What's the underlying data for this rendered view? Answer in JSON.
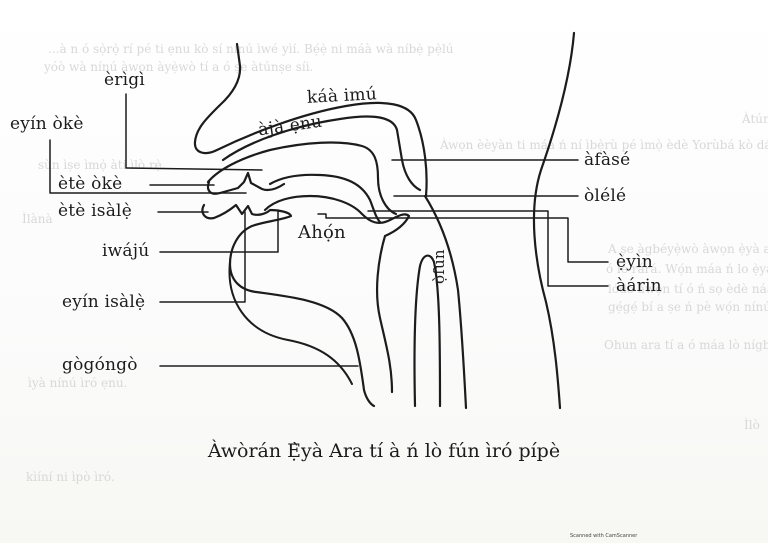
{
  "bleed_through": [
    "...à n ó sọ̀rọ̀ rí pé ti ẹnu kò sí nínú ìwé yìí. Bẹ́ẹ̀ ni máà wà níbẹ̀ pẹ̀lú",
    "yóò wà nínú àwọn àyẹ̀wò tí a ó ṣe àtúnṣe síi.",
    "Àtúnṣe",
    "Àwọn èèyàn ti máa ń ní ìbẹ̀rù pé ìmọ̀ èdè Yorùbá kò dára tó,",
    "sùn ìṣe ìmọ̀ àti ìlò rẹ̀.",
    "Ìlànà",
    "A ṣe àgbéyẹ̀wò àwọn ẹ̀yà ara tí a fi ń pe ìró nínú èdè Yorùbá ni",
    "ó lé rárá. Wọ́n máa ń lo ẹ̀yà ara wọ̀nyí láti pe àwọn ìró tí ó wà",
    "lódò àwọn tí ó ń sọ èdè náà. Ẹ̀yà ara wọ̀nyí ní àwọn orúkọ",
    "gẹ́gẹ́ bí a ṣe ń pè wọ́n nínú èdè Yorùbá. Ẹ wo àwòrán yìí kí ẹ le",
    "Ohun ara tí a ó máa lò nígbà tí a bá ń sọ̀rọ̀ nípa ìró",
    "ìyà nínú ìró ẹnu.",
    "Ìlò",
    "kìíní ni ìpò ìró."
  ],
  "labels": {
    "erigi": "èrìgì",
    "eyin_oke": "eyín òkè",
    "ete_oke": "ètè òkè",
    "ete_isale": "ètè isàlẹ̀",
    "iwaju": "iwájú",
    "eyin_isale": "eyín isàlẹ̀",
    "gogongo": "gògóngò",
    "kaa_imu": "káà imú",
    "aja_enu": "àjà ẹnu",
    "ahon": "Ahọ́n",
    "ofun": "ọ̀fun",
    "afase": "àfàsé",
    "olele": "òlélé",
    "eyin_back": "ẹ̀yìn",
    "aarin": "àárin"
  },
  "caption": "Àwòrán Ẹ̀yà Ara tí à ń lò fún ìró pípè",
  "scan_note": "Scanned with CamScanner"
}
